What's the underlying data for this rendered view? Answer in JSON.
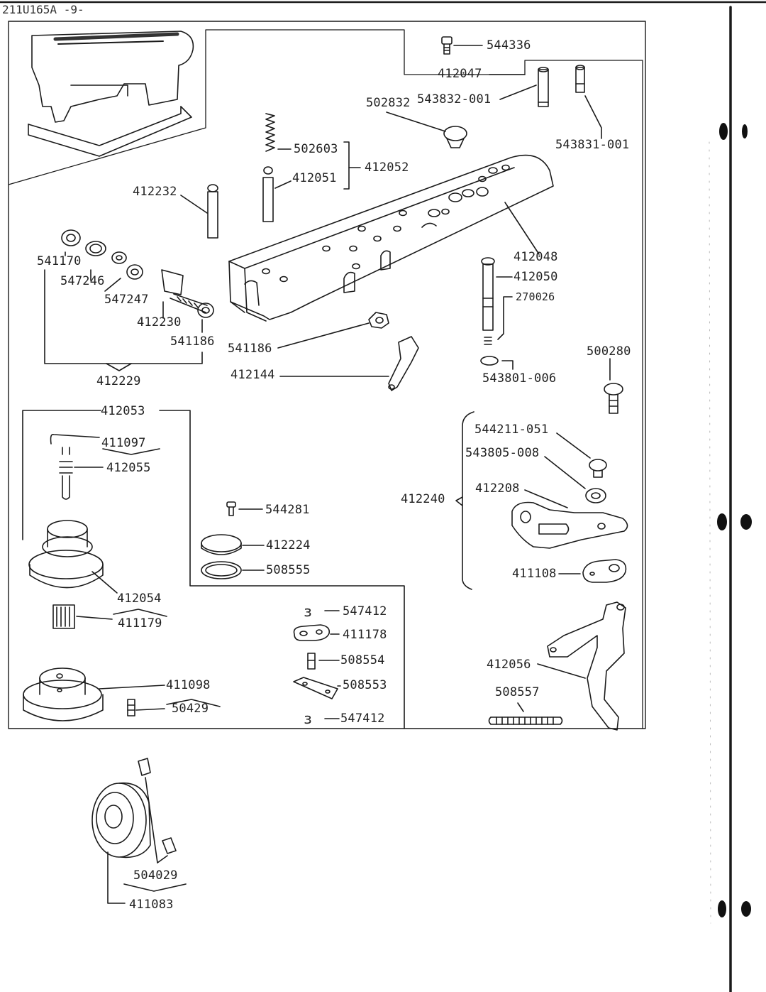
{
  "header": {
    "page_code": "211U165A -9-"
  },
  "parts": {
    "p544336": "544336",
    "p412047": "412047",
    "p502832": "502832",
    "p543832_001": "543832-001",
    "p543831_001": "543831-001",
    "p502603": "502603",
    "p412052": "412052",
    "p412051": "412051",
    "p412232": "412232",
    "p412048": "412048",
    "p412050": "412050",
    "p270026": "270026",
    "p541170": "541170",
    "p547246": "547246",
    "p547247": "547247",
    "p412230": "412230",
    "p541186a": "541186",
    "p541186b": "541186",
    "p412229": "412229",
    "p412144": "412144",
    "p543801_006": "543801-006",
    "p500280": "500280",
    "p412053": "412053",
    "p411097": "411097",
    "p412055": "412055",
    "p544211_051": "544211-051",
    "p543805_008": "543805-008",
    "p412240": "412240",
    "p412208": "412208",
    "p544281": "544281",
    "p412224": "412224",
    "p508555": "508555",
    "p411108": "411108",
    "p412054": "412054",
    "p411179": "411179",
    "p547412a": "547412",
    "p411178": "411178",
    "p508554": "508554",
    "p508553": "508553",
    "p547412b": "547412",
    "p412056": "412056",
    "p411098": "411098",
    "p50429": "50429",
    "p508557": "508557",
    "p504029": "504029",
    "p411083": "411083"
  },
  "colors": {
    "ink": "#1a1a1a",
    "paper": "#ffffff",
    "margin_mark": "#222222"
  }
}
